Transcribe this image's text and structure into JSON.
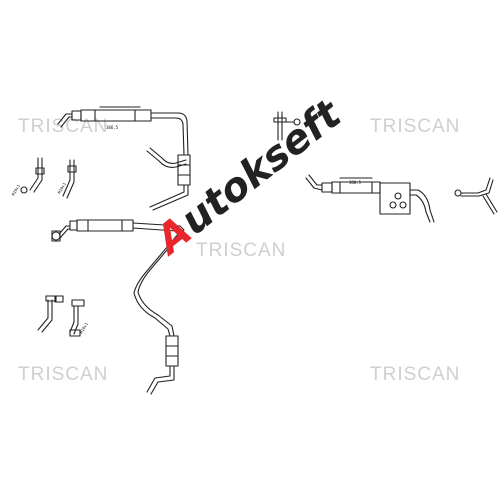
{
  "watermarks": {
    "top_left": "TRISCAN",
    "top_right": "TRISCAN",
    "center": "TRISCAN",
    "bottom_left": "TRISCAN",
    "bottom_right": "TRISCAN"
  },
  "logo": {
    "first_letter": "A",
    "rest": "utokseft",
    "first_letter_color": "#e8262b",
    "rest_color": "#222222"
  },
  "dimensions": {
    "hose_top_left": "386.5",
    "hose_right": "380.5",
    "fitting_left_a": "M10x1",
    "fitting_left_b": "M10x1",
    "fitting_bottom": "M10x1"
  },
  "colors": {
    "line": "#222222",
    "watermark": "#cfcfcf"
  }
}
